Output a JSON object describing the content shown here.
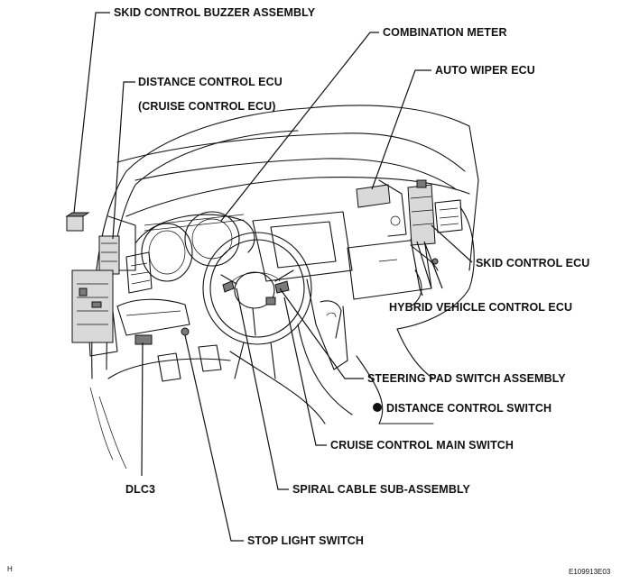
{
  "labels": {
    "skid_control_buzzer": "SKID CONTROL BUZZER ASSEMBLY",
    "distance_control_ecu": "DISTANCE CONTROL ECU",
    "cruise_control_ecu": "(CRUISE CONTROL ECU)",
    "combination_meter": "COMBINATION METER",
    "auto_wiper_ecu": "AUTO WIPER ECU",
    "skid_control_ecu": "SKID CONTROL ECU",
    "hybrid_vehicle_control_ecu": "HYBRID VEHICLE CONTROL ECU",
    "steering_pad_switch": "STEERING PAD SWITCH ASSEMBLY",
    "distance_control_switch": "DISTANCE CONTROL SWITCH",
    "cruise_control_main_switch": "CRUISE CONTROL MAIN SWITCH",
    "dlc3": "DLC3",
    "spiral_cable": "SPIRAL CABLE SUB-ASSEMBLY",
    "stop_light_switch": "STOP LIGHT SWITCH"
  },
  "corner_mark": "H",
  "figure_code": "E109913E03"
}
